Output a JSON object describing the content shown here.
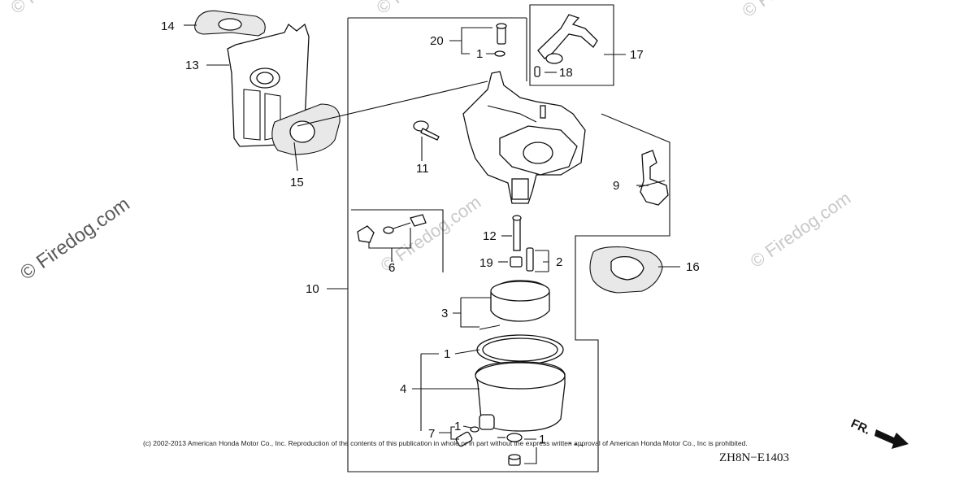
{
  "diagram": {
    "code": "ZH8N−E1403",
    "copyright": "(c) 2002-2013 American Honda Motor Co., Inc. Reproduction of the contents of this publication in whole or in part without the express written approval of American Honda Motor Co., Inc is prohibited.",
    "direction_label": "FR.",
    "watermark_main": "© Firedog.com",
    "watermark_small": "© Firedog.com"
  },
  "callouts": {
    "p1a": "1",
    "p1b": "1",
    "p1c": "1",
    "p1d": "1",
    "p2": "2",
    "p3": "3",
    "p4": "4",
    "p6": "6",
    "p7": "7",
    "p9": "9",
    "p10": "10",
    "p11": "11",
    "p12": "12",
    "p13": "13",
    "p14": "14",
    "p15": "15",
    "p16": "16",
    "p17": "17",
    "p18": "18",
    "p19": "19",
    "p20": "20"
  }
}
